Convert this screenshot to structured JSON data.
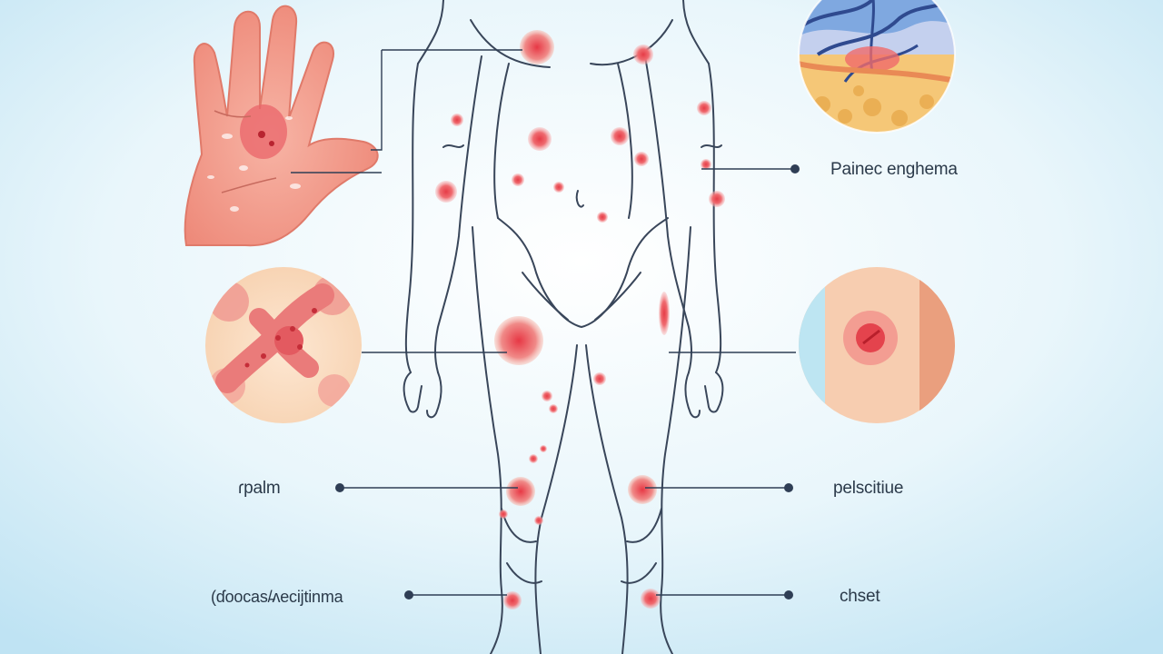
{
  "labels": {
    "palmar": "Painec enghema",
    "palm": "ɾpalm",
    "petechiae": "pelscitiue",
    "nodose": "(ɗoocas/̵ʌecijtinma",
    "chest": "chset"
  },
  "colors": {
    "background": "#dff1f9",
    "outline": "#39465a",
    "lesion": "#e2525b",
    "skin": "#f29a8c",
    "leader": "#2f3e55"
  }
}
